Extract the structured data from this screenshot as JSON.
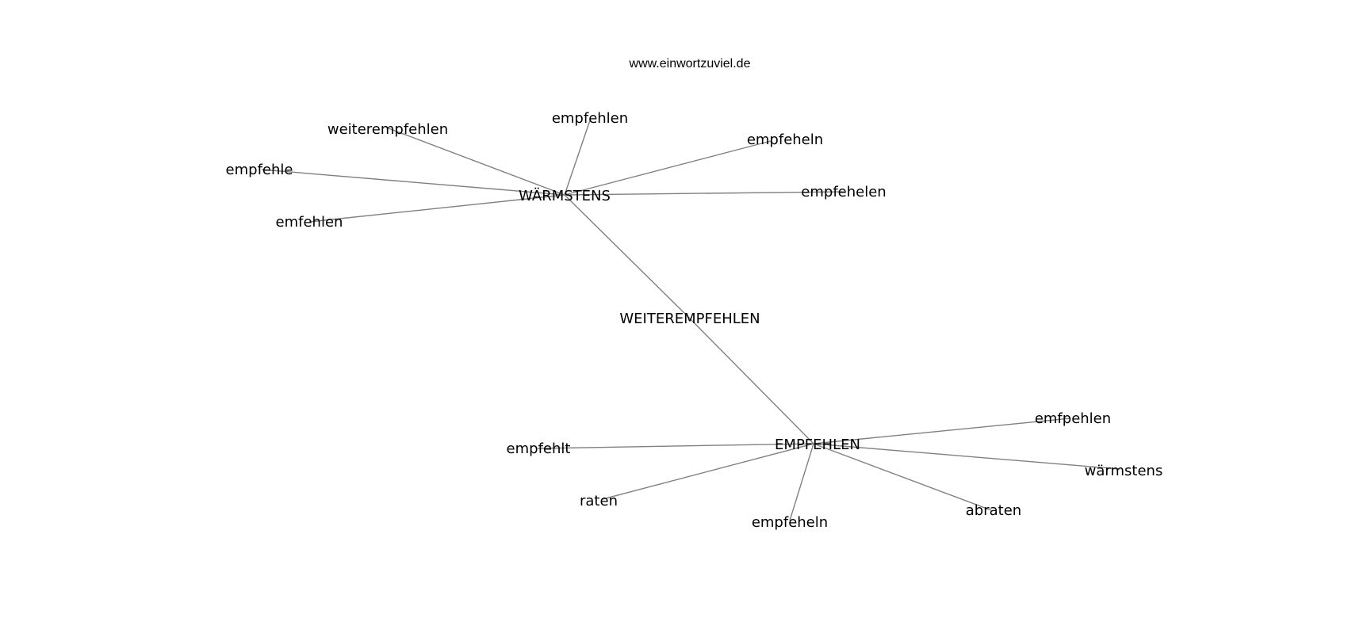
{
  "source_url": "www.einwortzuviel.de",
  "graph": {
    "center_label": "WEITEREMPFEHLEN",
    "hubs": [
      {
        "id": "hub-warmstens",
        "label": "WÄRMSTENS",
        "leaves": [
          {
            "id": "leaf-weiterempfehlen",
            "label": "weiterempfehlen"
          },
          {
            "id": "leaf-empfehlen-top",
            "label": "empfehlen"
          },
          {
            "id": "leaf-empfeheln-top",
            "label": "empfeheln"
          },
          {
            "id": "leaf-empfehle",
            "label": "empfehle"
          },
          {
            "id": "leaf-empfehelen",
            "label": "empfehelen"
          },
          {
            "id": "leaf-emfehlen",
            "label": "emfehlen"
          }
        ]
      },
      {
        "id": "hub-empfehlen",
        "label": "EMPFEHLEN",
        "leaves": [
          {
            "id": "leaf-emfpehlen",
            "label": "emfpehlen"
          },
          {
            "id": "leaf-empfehlt",
            "label": "empfehlt"
          },
          {
            "id": "leaf-warmstens-lower",
            "label": "wärmstens"
          },
          {
            "id": "leaf-raten",
            "label": "raten"
          },
          {
            "id": "leaf-abraten",
            "label": "abraten"
          },
          {
            "id": "leaf-empfeheln-bottom",
            "label": "empfeheln"
          }
        ]
      }
    ]
  }
}
